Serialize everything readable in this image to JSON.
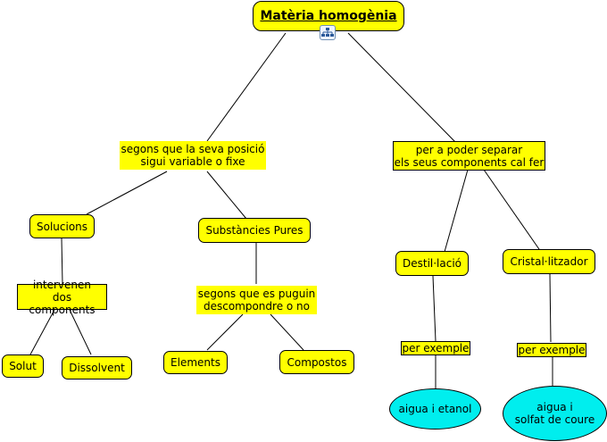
{
  "map": {
    "root": "Matèria homogènia",
    "submap_icon": "hierarchy-icon",
    "links": {
      "position": "segons que la seva posició\nsigui variable o fixe",
      "separate": "per a poder separar\nels seus components cal fer",
      "components": "intervenen\ndos components",
      "decompose": "segons que es puguin\ndescompondre o no",
      "example1": "per exemple",
      "example2": "per exemple"
    },
    "concepts": {
      "solucions": "Solucions",
      "pures": "Substàncies Pures",
      "destil": "Destil·lació",
      "cristal": "Cristal·litzador",
      "solut": "Solut",
      "dissolvent": "Dissolvent",
      "elements": "Elements",
      "compostos": "Compostos"
    },
    "examples": {
      "etanol": "aigua i etanol",
      "coure": "aigua i\nsolfat de coure"
    }
  },
  "colors": {
    "concept": "#ffff00",
    "example": "#00eeee"
  }
}
